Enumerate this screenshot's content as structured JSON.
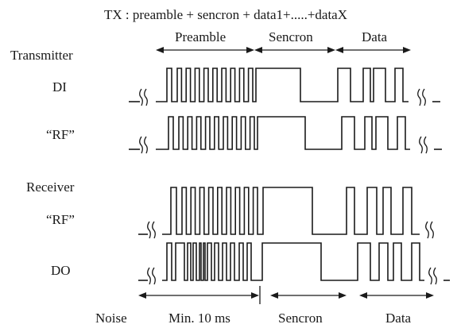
{
  "header": {
    "title": "TX : preamble + sencron + data1+.....+dataX",
    "top_segments": [
      "Preamble",
      "Sencron",
      "Data"
    ]
  },
  "transmitter": {
    "section_label": "Transmitter",
    "signals": [
      "DI",
      "“RF”"
    ]
  },
  "receiver": {
    "section_label": "Receiver",
    "signals": [
      "“RF”",
      "DO"
    ]
  },
  "bottom": {
    "noise_label": "Noise",
    "segments": [
      "Min. 10 ms",
      "Sencron",
      "Data"
    ]
  }
}
